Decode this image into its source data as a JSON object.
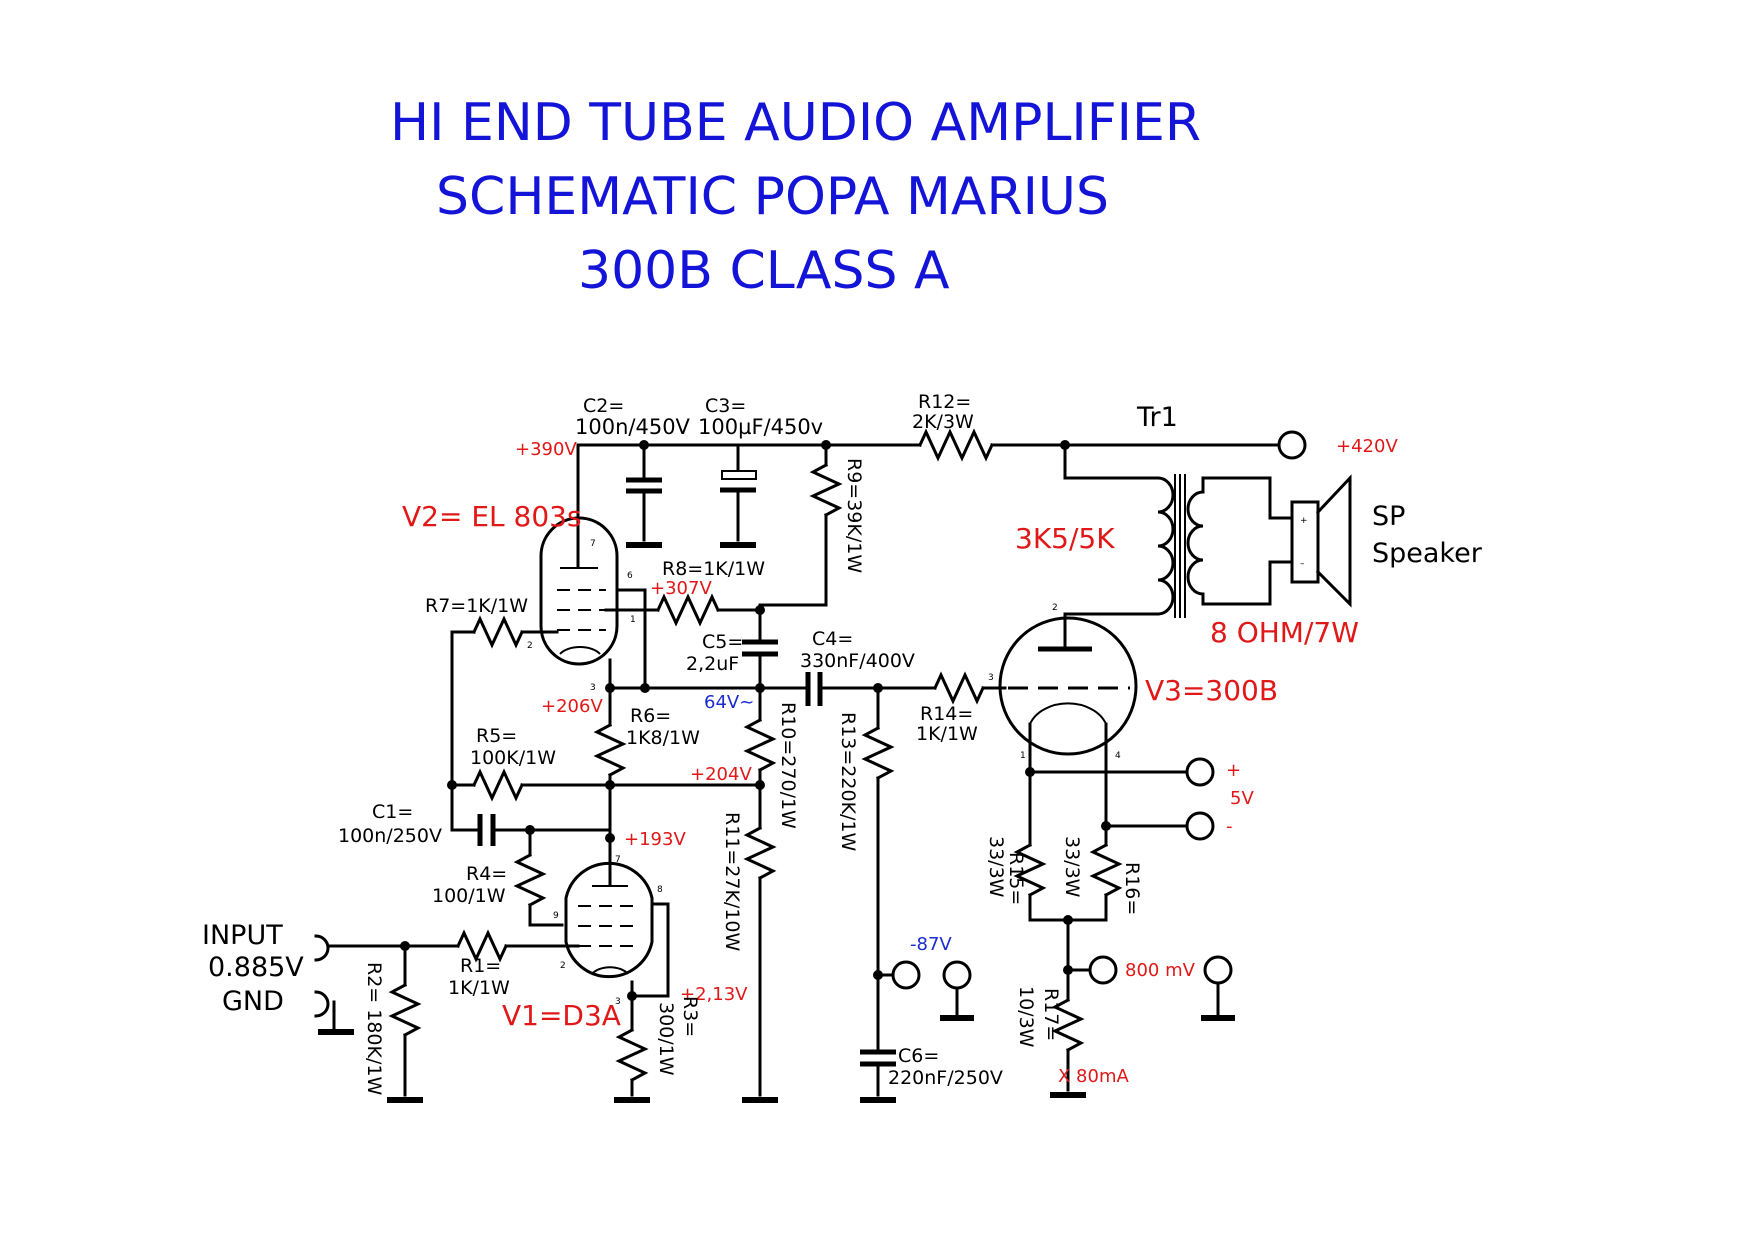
{
  "colors": {
    "title": "#1414d8",
    "accent_red": "#e01818",
    "accent_blue": "#1a2bd0"
  },
  "title": {
    "line1": "HI END TUBE AUDIO AMPLIFIER",
    "line2": "SCHEMATIC   POPA MARIUS",
    "line3": "300B CLASS A"
  },
  "tubes": {
    "v2": "V2= EL 803s",
    "v1": "V1=D3A",
    "v3": "V3=300B"
  },
  "components": {
    "c2_a": "C2=",
    "c2_b": "100n/450V",
    "c3_a": "C3=",
    "c3_b": "100µF/450v",
    "r12_a": "R12=",
    "r12_b": "2K/3W",
    "tr1": "Tr1",
    "r9": "R9=39K/1W",
    "r8": "R8=1K/1W",
    "r7": "R7=1K/1W",
    "c5_a": "C5=",
    "c5_b": "2,2uF",
    "c4_a": "C4=",
    "c4_b": "330nF/400V",
    "r6_a": "R6=",
    "r6_b": "1K8/1W",
    "r5_a": "R5=",
    "r5_b": "100K/1W",
    "r10": "R10=270/1W",
    "r13": "R13=220K/1W",
    "r14_a": "R14=",
    "r14_b": "1K/1W",
    "c1_a": "C1=",
    "c1_b": "100n/250V",
    "r4_a": "R4=",
    "r4_b": "100/1W",
    "r11": "R11=27K/10W",
    "r15": "R15=",
    "r15_b": "33/3W",
    "r16": "R16=",
    "r16_b": "33/3W",
    "r1_a": "R1=",
    "r1_b": "1K/1W",
    "r2": "R2= 180K/1W",
    "r3": "R3=",
    "r3_b": "300/1W",
    "c6_a": "C6=",
    "c6_b": "220nF/250V",
    "r17": "R17=",
    "r17_b": "10/3W",
    "transformer_impedance": "3K5/5K",
    "speaker_load": "8 OHM/7W",
    "speaker_sp": "SP",
    "speaker_name": "Speaker",
    "cap_plus": "+",
    "cap_minus": "–"
  },
  "io": {
    "input": "INPUT",
    "input_level": "0.885V",
    "gnd": "GND"
  },
  "voltages": {
    "v390": "+390V",
    "v420": "+420V",
    "v307": "+307V",
    "v206": "+206V",
    "v64": "64V~",
    "v204": "+204V",
    "v193": "+193V",
    "v213": "+2,13V",
    "vneg87": "-87V",
    "v800mv": "800 mV",
    "i80ma": "X 80mA",
    "v5": "5V",
    "plus": "+",
    "minus": "-"
  },
  "pins": {
    "v2_7": "7",
    "v2_6": "6",
    "v2_1": "1",
    "v2_2": "2",
    "v2_3": "3",
    "v1_7": "7",
    "v1_8": "8",
    "v1_9": "9",
    "v1_2": "2",
    "v1_3": "3",
    "v3_2": "2",
    "v3_3": "3",
    "v3_1": "1",
    "v3_4": "4"
  }
}
